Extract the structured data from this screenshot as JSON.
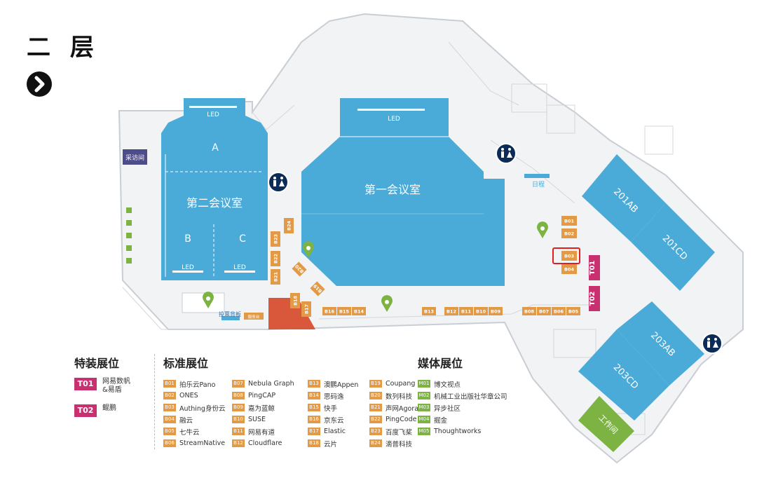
{
  "floor": {
    "title": "二 层"
  },
  "colors": {
    "hall": "#4aaad8",
    "booth": "#e39a47",
    "special": "#c8306f",
    "media": "#7cb342",
    "stair": "#d9573a",
    "room": "#4f4c8c",
    "restroom": "#0c2b57",
    "nav": "#111111"
  },
  "icons": {
    "next": "chevron-right-icon",
    "restroom": "restroom-icon",
    "pin": "location-pin-icon"
  },
  "rooms": {
    "hall_two": {
      "name": "第二会议室",
      "section_a": "A",
      "section_b": "B",
      "section_c": "C"
    },
    "hall_one": {
      "name": "第一会议室"
    },
    "interview": "采访间",
    "workroom": "工作间",
    "r201ab": "201AB",
    "r201cd": "201CD",
    "r203ab": "203AB",
    "r203cd": "203CD",
    "schedule": "日程",
    "vote": "投票背板",
    "led": "LED",
    "booth_small_label": "服务台"
  },
  "booths": [
    "B01",
    "B02",
    "B03",
    "B04",
    "B05",
    "B06",
    "B07",
    "B08",
    "B09",
    "B10",
    "B11",
    "B12",
    "B13",
    "B14",
    "B15",
    "B16",
    "B17",
    "B18",
    "B19",
    "B20",
    "B21",
    "B22",
    "B23",
    "B24"
  ],
  "highlighted_booth": "B03",
  "legend": {
    "special": {
      "title": "特装展位",
      "items": [
        {
          "code": "T01",
          "name": "网易数帆&易盾"
        },
        {
          "code": "T02",
          "name": "鲲鹏"
        }
      ]
    },
    "standard": {
      "title": "标准展位",
      "items": [
        {
          "code": "B01",
          "name": "拍乐云Pano"
        },
        {
          "code": "B02",
          "name": "ONES"
        },
        {
          "code": "B03",
          "name": "Authing身份云"
        },
        {
          "code": "B04",
          "name": "融云"
        },
        {
          "code": "B05",
          "name": "七牛云"
        },
        {
          "code": "B06",
          "name": "StreamNative"
        },
        {
          "code": "B07",
          "name": "Nebula Graph"
        },
        {
          "code": "B08",
          "name": "PingCAP"
        },
        {
          "code": "B09",
          "name": "嘉为蓝鲸"
        },
        {
          "code": "B10",
          "name": "SUSE"
        },
        {
          "code": "B11",
          "name": "网易有道"
        },
        {
          "code": "B12",
          "name": "Cloudflare"
        },
        {
          "code": "B13",
          "name": "澳鹏Appen"
        },
        {
          "code": "B14",
          "name": "思码逸"
        },
        {
          "code": "B15",
          "name": "快手"
        },
        {
          "code": "B16",
          "name": "京东云"
        },
        {
          "code": "B17",
          "name": "Elastic"
        },
        {
          "code": "B18",
          "name": "云片"
        },
        {
          "code": "B19",
          "name": "Coupang"
        },
        {
          "code": "B20",
          "name": "数列科技"
        },
        {
          "code": "B21",
          "name": "声网Agora"
        },
        {
          "code": "B22",
          "name": "PingCode"
        },
        {
          "code": "B23",
          "name": "百度飞桨"
        },
        {
          "code": "B24",
          "name": "滴普科技"
        }
      ]
    },
    "media": {
      "title": "媒体展位",
      "items": [
        {
          "code": "M01",
          "name": "博文视点"
        },
        {
          "code": "M02",
          "name": "机械工业出版社华章公司"
        },
        {
          "code": "M03",
          "name": "异步社区"
        },
        {
          "code": "M04",
          "name": "掘金"
        },
        {
          "code": "M05",
          "name": "Thoughtworks"
        }
      ]
    }
  }
}
